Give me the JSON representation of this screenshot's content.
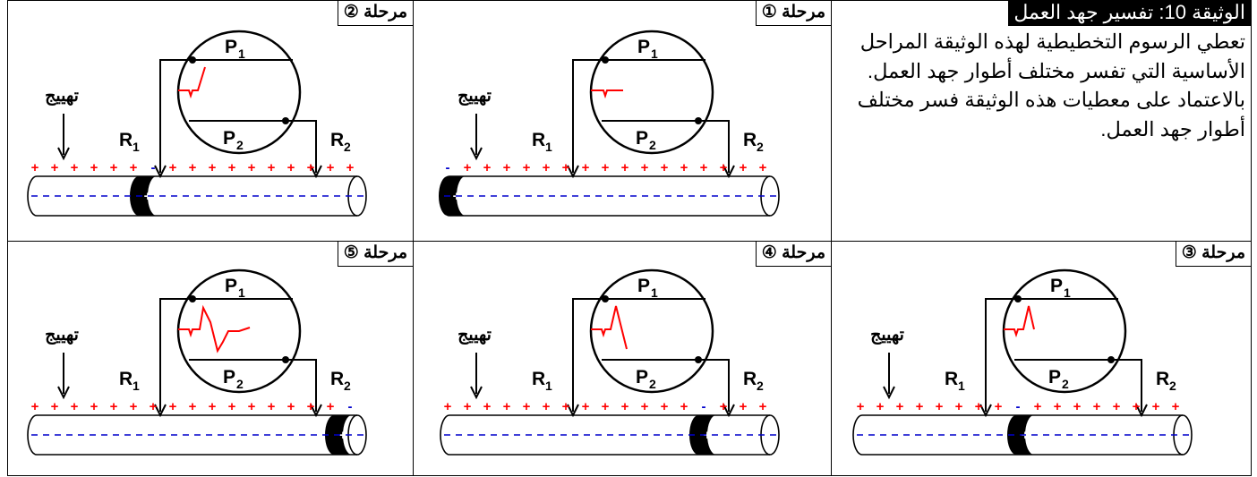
{
  "document": {
    "title": "الوثيقة 10: تفسير جهد العمل",
    "paragraphs": [
      "تعطي الرسوم التخطيطية لهذه الوثيقة المراحل الأساسية التي تفسر مختلف أطوار جهد العمل.",
      "بالاعتماد على معطيات هذه الوثيقة فسر مختلف أطوار جهد العمل."
    ]
  },
  "labels": {
    "stimulation": "تهييج",
    "r1": "R",
    "r2": "R",
    "p1": "P",
    "p2": "P",
    "sub1": "1",
    "sub2": "2"
  },
  "colors": {
    "ink": "#000000",
    "polarity": "#ff0000",
    "inside": "#0000cc"
  },
  "stages": [
    {
      "label": "مرحلة ①",
      "number": 1,
      "depol_front": "left-end",
      "trace": "flat-small-dip"
    },
    {
      "label": "مرحلة ②",
      "number": 2,
      "depol_front": "under-R1",
      "trace": "rising"
    },
    {
      "label": "مرحلة ③",
      "number": 3,
      "depol_front": "between",
      "trace": "peak"
    },
    {
      "label": "مرحلة ④",
      "number": 4,
      "depol_front": "under-R2",
      "trace": "peak-return"
    },
    {
      "label": "مرحلة ⑤",
      "number": 5,
      "depol_front": "right-end",
      "trace": "biphasic"
    }
  ]
}
